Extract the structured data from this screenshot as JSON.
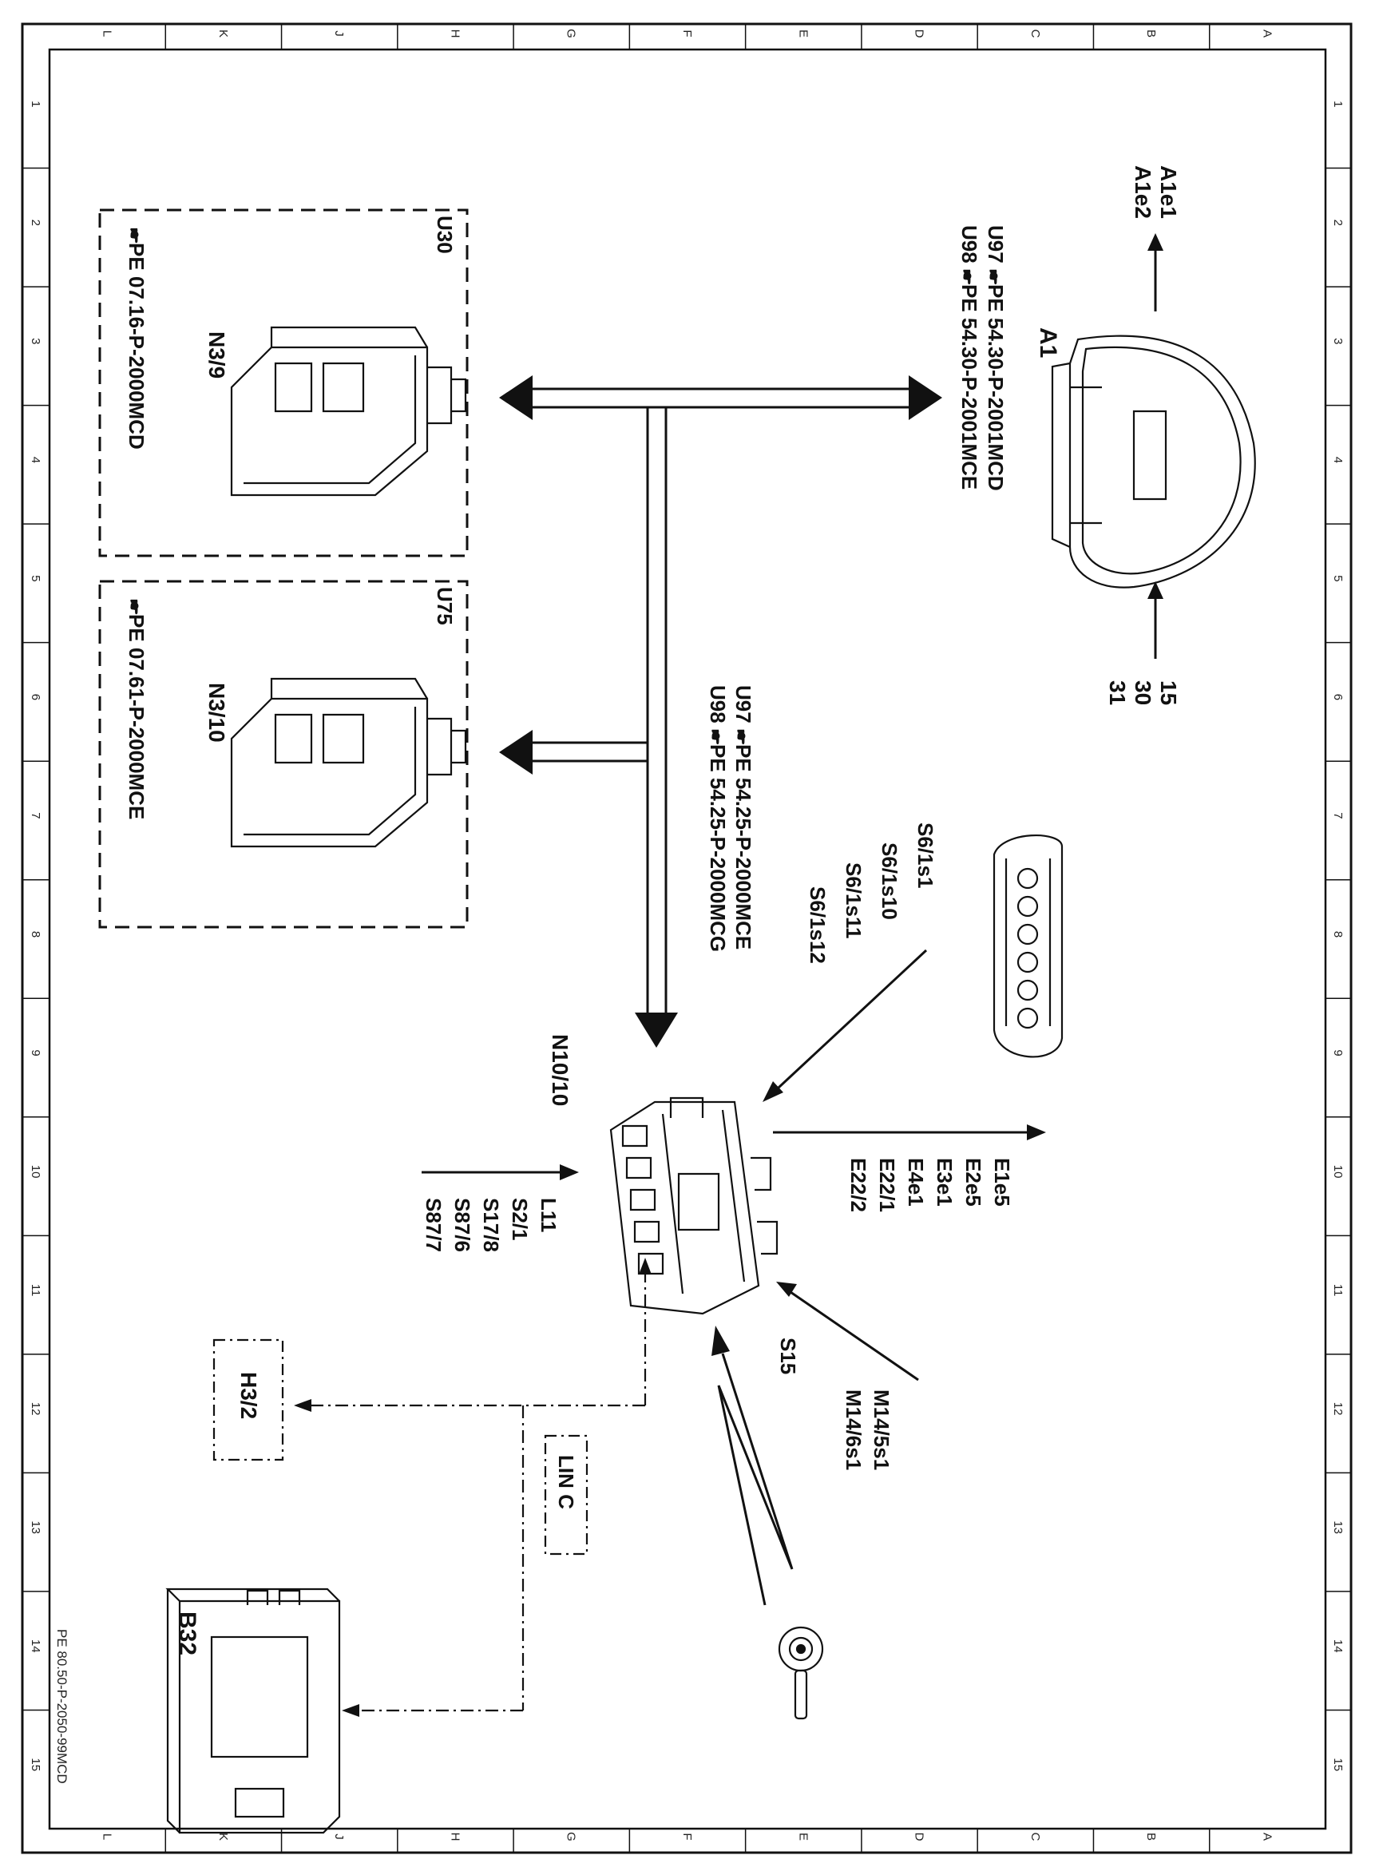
{
  "document_id": "PE 80.50-P-2050-99MCD",
  "grid": {
    "letters": [
      "L",
      "K",
      "J",
      "H",
      "G",
      "F",
      "E",
      "D",
      "C",
      "B",
      "A"
    ],
    "numbers": [
      "1",
      "2",
      "3",
      "4",
      "5",
      "6",
      "7",
      "8",
      "9",
      "10",
      "11",
      "12",
      "13",
      "14",
      "15"
    ]
  },
  "components": {
    "a1": {
      "name": "A1",
      "refs": [
        "U97 🖝PE 54.30-P-2001MCD",
        "U98 🖝PE 54.30-P-2001MCE"
      ],
      "out_labels": [
        "A1e1",
        "A1e2"
      ],
      "in_labels": [
        "15",
        "30",
        "31"
      ]
    },
    "u30": {
      "box": "U30",
      "module": "N3/9",
      "ref": "🖝PE 07.16-P-2000MCD"
    },
    "u75": {
      "box": "U75",
      "module": "N3/10",
      "ref": "🖝PE 07.61-P-2000MCE"
    },
    "bus_refs": [
      "U97 🖝PE 54.25-P-2000MCE",
      "U98 🖝PE 54.25-P-2000MCG"
    ],
    "s6": {
      "labels": [
        "S6/1s1",
        "S6/1s10",
        "S6/1s11",
        "S6/1s12"
      ]
    },
    "n10": {
      "name": "N10/10"
    },
    "e_labels": [
      "E1e5",
      "E2e5",
      "E3e1",
      "E4e1",
      "E22/1",
      "E22/2"
    ],
    "l_labels": [
      "L11",
      "S2/1",
      "S17/8",
      "S87/6",
      "S87/7"
    ],
    "m_labels": [
      "M14/5s1",
      "M14/6s1"
    ],
    "s15": "S15",
    "h32": "H3/2",
    "lin": "LIN C",
    "b32": "B32"
  }
}
